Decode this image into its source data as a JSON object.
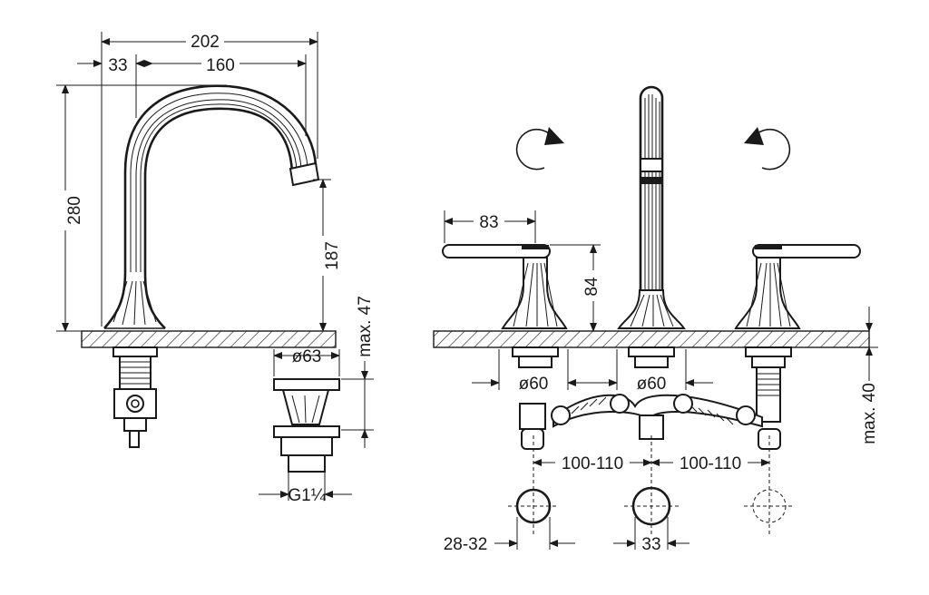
{
  "left_view": {
    "width_total": "202",
    "offset": "33",
    "reach": "160",
    "height_total": "280",
    "spout_height": "187"
  },
  "drain": {
    "diameter": "ø63",
    "max_height": "max. 47",
    "thread": "G1¼"
  },
  "right_view": {
    "lever_length": "83",
    "handle_height": "84",
    "handle_diameter": "ø60",
    "spout_diameter": "ø60",
    "max_deck": "max. 40",
    "spacing_left": "100-110",
    "spacing_right": "100-110",
    "hole_diameter": "28-32",
    "spout_hole": "33"
  }
}
